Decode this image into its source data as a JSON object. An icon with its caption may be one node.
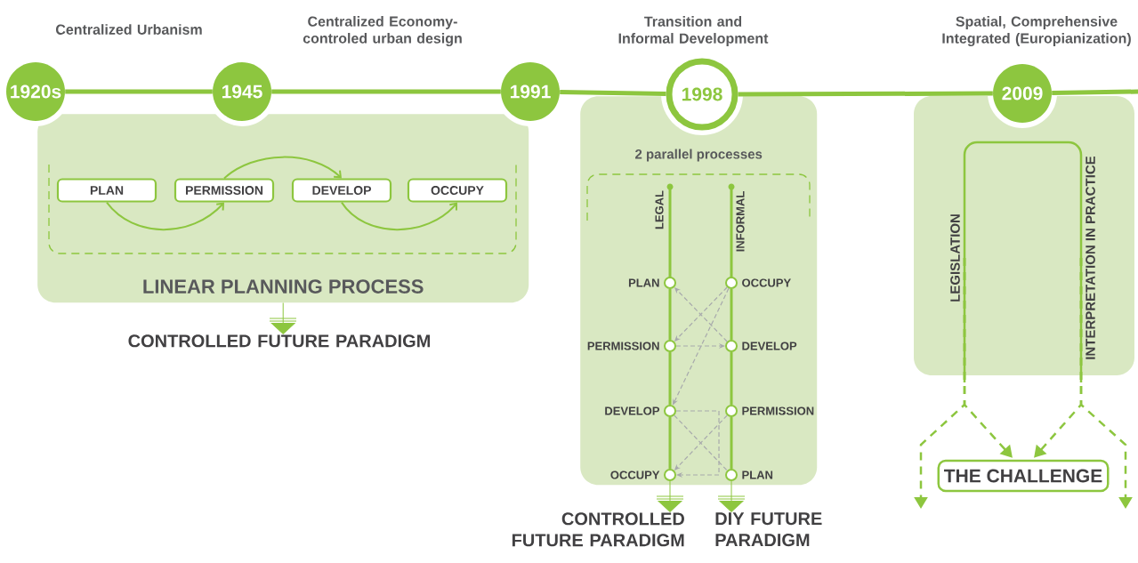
{
  "diagram": {
    "nodes": [
      {
        "text": [
          "1920s"
        ]
      },
      {
        "text": [
          "1945"
        ]
      },
      {
        "text": [
          "1991"
        ]
      },
      {
        "text": [
          "1998"
        ]
      },
      {
        "text": [
          "2009"
        ]
      },
      {
        "text": [
          "LINEAR PLANNING PROCESS"
        ]
      },
      {
        "text": [
          "PLAN"
        ],
        "in": 5
      },
      {
        "text": [
          "PERMISSION"
        ],
        "in": 5
      },
      {
        "text": [
          "DEVELOP"
        ],
        "in": 5
      },
      {
        "text": [
          "OCCUPY"
        ],
        "in": 5
      },
      {
        "text": [
          "CONTROLLED FUTURE PARADIGM"
        ]
      },
      {
        "text": [
          "2 parallel processes"
        ]
      },
      {
        "text": [
          "PLAN"
        ],
        "in": 11
      },
      {
        "text": [
          "PERMISSION"
        ],
        "in": 11
      },
      {
        "text": [
          "DEVELOP"
        ],
        "in": 11
      },
      {
        "text": [
          "OCCUPY"
        ],
        "in": 11
      },
      {
        "text": [
          "OCCUPY"
        ],
        "in": 11
      },
      {
        "text": [
          "DEVELOP"
        ],
        "in": 11
      },
      {
        "text": [
          "PERMISSION"
        ],
        "in": 11
      },
      {
        "text": [
          "PLAN"
        ],
        "in": 11
      },
      {
        "text": [
          "CONTROLLED FUTURE PARADIGM"
        ]
      },
      {
        "text": [
          "DIY FUTURE PARADIGM"
        ]
      },
      {
        "text": [
          "LEGISLATION"
        ]
      },
      {
        "text": [
          "INTERPRETATION IN PRACTICE"
        ]
      },
      {
        "text": [
          "THE CHALLENGE"
        ]
      }
    ],
    "edges": [
      {
        "from": 0,
        "to": 1,
        "arrow": "none",
        "style": "thick"
      },
      {
        "from": 1,
        "to": 2,
        "arrow": "none",
        "style": "thick"
      },
      {
        "from": 2,
        "to": 3,
        "arrow": "none",
        "style": "thick"
      },
      {
        "from": 3,
        "to": 4,
        "arrow": "none",
        "style": "thick"
      },
      {
        "from": 4,
        "to": null,
        "arrow": "none",
        "style": "thick"
      },
      {
        "from": 6,
        "to": 7,
        "arrow": "to"
      },
      {
        "from": 7,
        "to": 8,
        "arrow": "to"
      },
      {
        "from": 8,
        "to": 9,
        "arrow": "to"
      },
      {
        "from": 5,
        "to": 10,
        "arrow": "to"
      },
      {
        "from": 12,
        "to": 13,
        "arrow": "none"
      },
      {
        "from": 13,
        "to": 14,
        "arrow": "none"
      },
      {
        "from": 14,
        "to": 15,
        "arrow": "none"
      },
      {
        "from": 16,
        "to": 17,
        "arrow": "none"
      },
      {
        "from": 17,
        "to": 18,
        "arrow": "none"
      },
      {
        "from": 18,
        "to": 19,
        "arrow": "none"
      },
      {
        "from": 17,
        "to": 12,
        "arrow": "to",
        "style": "dashed",
        "color": "#a7a9ac"
      },
      {
        "from": 16,
        "to": 13,
        "arrow": "to",
        "style": "dashed",
        "color": "#a7a9ac"
      },
      {
        "from": 13,
        "to": 17,
        "arrow": "to",
        "style": "dashed",
        "color": "#a7a9ac"
      },
      {
        "from": 16,
        "to": 14,
        "arrow": "to",
        "style": "dashed",
        "color": "#a7a9ac"
      },
      {
        "from": 14,
        "to": 19,
        "arrow": "none",
        "style": "dashed",
        "color": "#a7a9ac"
      },
      {
        "from": 18,
        "to": 15,
        "arrow": "to",
        "style": "dashed",
        "color": "#a7a9ac"
      },
      {
        "from": 14,
        "to": 15,
        "arrow": "to",
        "style": "dashed",
        "color": "#a7a9ac"
      },
      {
        "from": 15,
        "to": 20,
        "arrow": "to"
      },
      {
        "from": 19,
        "to": 21,
        "arrow": "to"
      },
      {
        "from": 22,
        "to": 23,
        "arrow": "none"
      },
      {
        "from": 22,
        "to": 24,
        "arrow": "to",
        "style": "dashed"
      },
      {
        "from": 22,
        "to": null,
        "arrow": "to",
        "style": "dashed"
      },
      {
        "from": 23,
        "to": 24,
        "arrow": "to",
        "style": "dashed"
      },
      {
        "from": 23,
        "to": null,
        "arrow": "to",
        "style": "dashed"
      }
    ],
    "labels": [
      "Centralized Urbanism",
      "Centralized Economy- controled urban design",
      "Transition and Informal Development",
      "Spatial, Comprehensive Integrated (Europianization)",
      "LEGAL",
      "INFORMAL"
    ]
  }
}
